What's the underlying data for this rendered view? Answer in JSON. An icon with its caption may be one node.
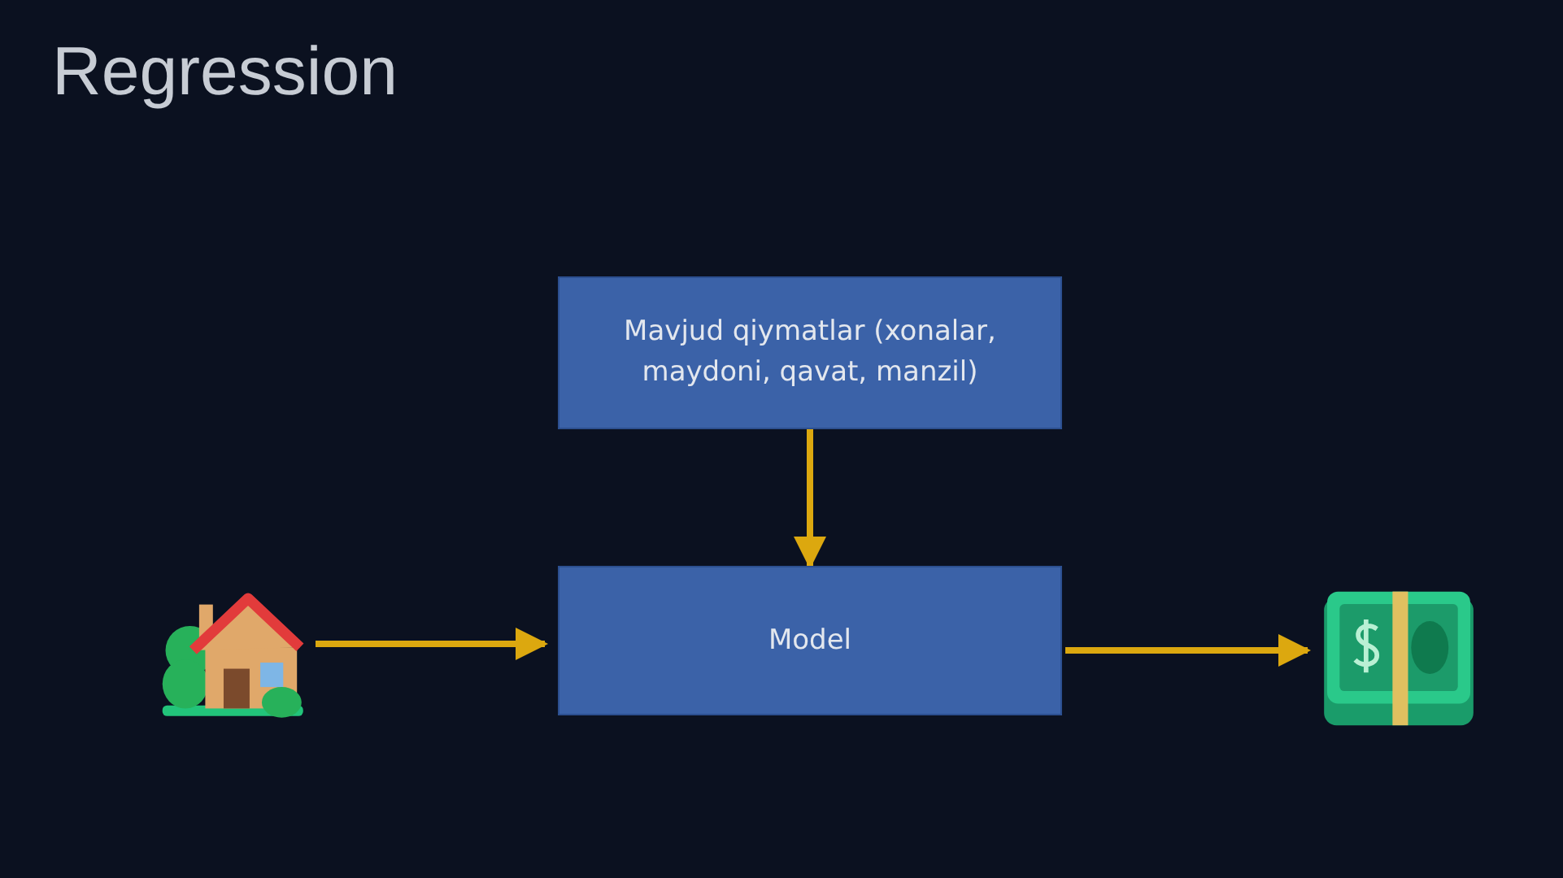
{
  "diagram": {
    "title": "Regression",
    "nodes": [
      {
        "text": [
          "Mavjud qiymatlar (xonalar, maydoni, qavat, manzil)"
        ]
      },
      {
        "text": [],
        "shape": "house"
      },
      {
        "text": [
          "Model"
        ]
      },
      {
        "text": [],
        "shape": "banknote"
      }
    ],
    "edges": [
      {
        "from": 0,
        "to": 2,
        "arrow": "to"
      },
      {
        "from": 1,
        "to": 2,
        "arrow": "to"
      },
      {
        "from": 2,
        "to": 3,
        "arrow": "to"
      }
    ]
  }
}
